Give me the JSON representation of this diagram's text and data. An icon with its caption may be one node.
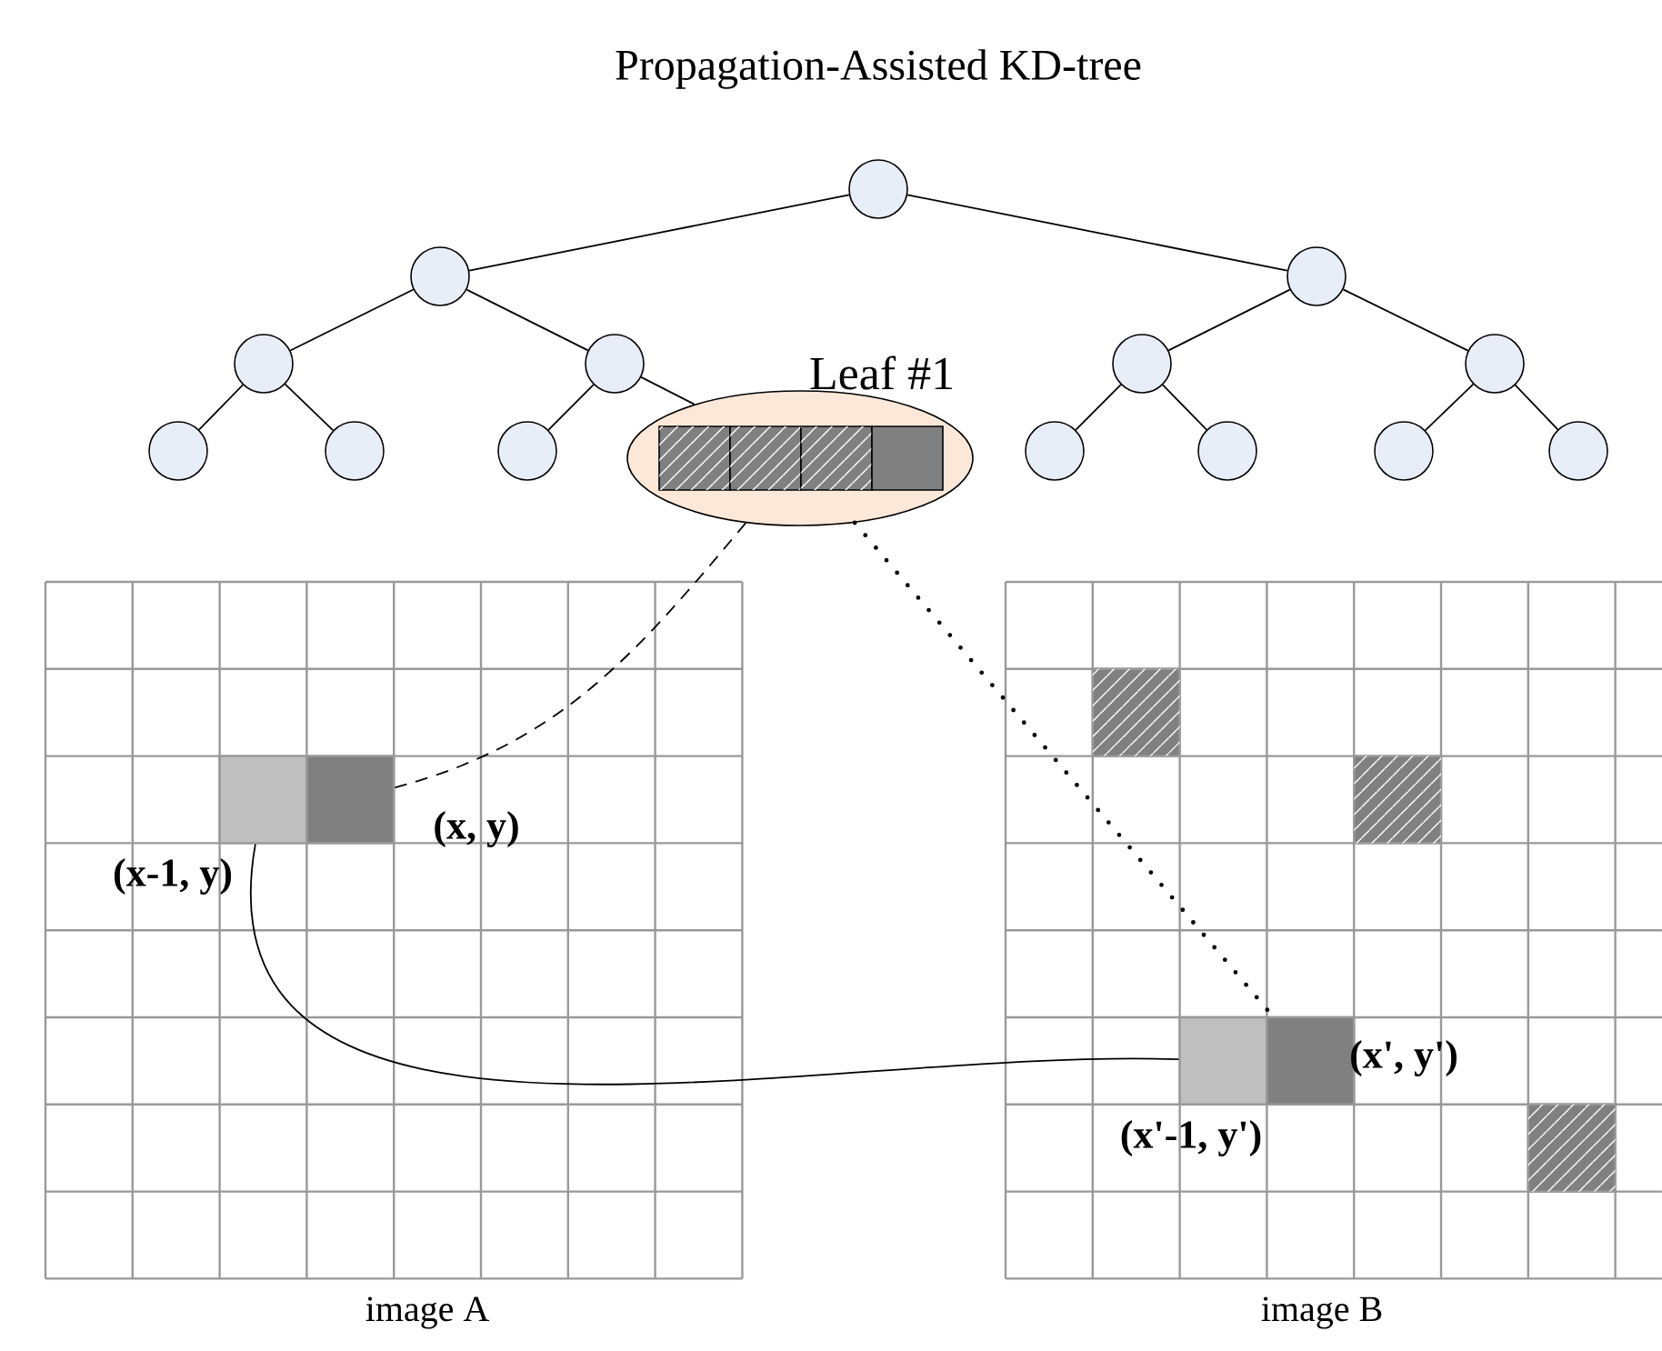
{
  "diagram": {
    "title": "Propagation-Assisted KD-tree",
    "nodes": [
      {
        "text": [],
        "shape": "circle"
      },
      {
        "text": [],
        "shape": "circle"
      },
      {
        "text": [],
        "shape": "circle"
      },
      {
        "text": [],
        "shape": "circle"
      },
      {
        "text": [],
        "shape": "circle"
      },
      {
        "text": [],
        "shape": "circle"
      },
      {
        "text": [],
        "shape": "circle"
      },
      {
        "text": [],
        "shape": "circle"
      },
      {
        "text": [],
        "shape": "circle"
      },
      {
        "text": [],
        "shape": "circle"
      },
      {
        "text": [
          "Leaf #1"
        ]
      },
      {
        "text": [],
        "shape": "box",
        "in": 10
      },
      {
        "text": [],
        "shape": "box",
        "in": 10
      },
      {
        "text": [],
        "shape": "box",
        "in": 10
      },
      {
        "text": [],
        "shape": "box",
        "in": 10
      },
      {
        "text": [],
        "shape": "circle"
      },
      {
        "text": [],
        "shape": "circle"
      },
      {
        "text": [],
        "shape": "circle"
      },
      {
        "text": [],
        "shape": "circle"
      },
      {
        "text": [
          "image A"
        ]
      },
      {
        "text": [
          "(x-1, y)"
        ],
        "in": 19
      },
      {
        "text": [
          "(x, y)"
        ],
        "in": 19
      },
      {
        "text": [
          "image B"
        ]
      },
      {
        "text": [],
        "shape": "box",
        "in": 22
      },
      {
        "text": [],
        "shape": "box",
        "in": 22
      },
      {
        "text": [
          "(x'-1, y')"
        ],
        "in": 22
      },
      {
        "text": [
          "(x', y')"
        ],
        "in": 22
      },
      {
        "text": [],
        "shape": "box",
        "in": 22
      }
    ],
    "edges": [
      {
        "from": 0,
        "to": 1,
        "arrow": "none"
      },
      {
        "from": 0,
        "to": 2,
        "arrow": "none"
      },
      {
        "from": 1,
        "to": 3,
        "arrow": "none"
      },
      {
        "from": 1,
        "to": 4,
        "arrow": "none"
      },
      {
        "from": 2,
        "to": 5,
        "arrow": "none"
      },
      {
        "from": 2,
        "to": 6,
        "arrow": "none"
      },
      {
        "from": 3,
        "to": 7,
        "arrow": "none"
      },
      {
        "from": 3,
        "to": 8,
        "arrow": "none"
      },
      {
        "from": 4,
        "to": 9,
        "arrow": "none"
      },
      {
        "from": 4,
        "to": 10,
        "arrow": "none"
      },
      {
        "from": 5,
        "to": 15,
        "arrow": "none"
      },
      {
        "from": 5,
        "to": 16,
        "arrow": "none"
      },
      {
        "from": 6,
        "to": 17,
        "arrow": "none"
      },
      {
        "from": 6,
        "to": 18,
        "arrow": "none"
      },
      {
        "from": 10,
        "to": 21,
        "arrow": "none",
        "style": "dashed"
      },
      {
        "from": 10,
        "to": 26,
        "arrow": "none",
        "style": "dashed"
      },
      {
        "from": 20,
        "to": 25,
        "arrow": "none"
      }
    ]
  }
}
